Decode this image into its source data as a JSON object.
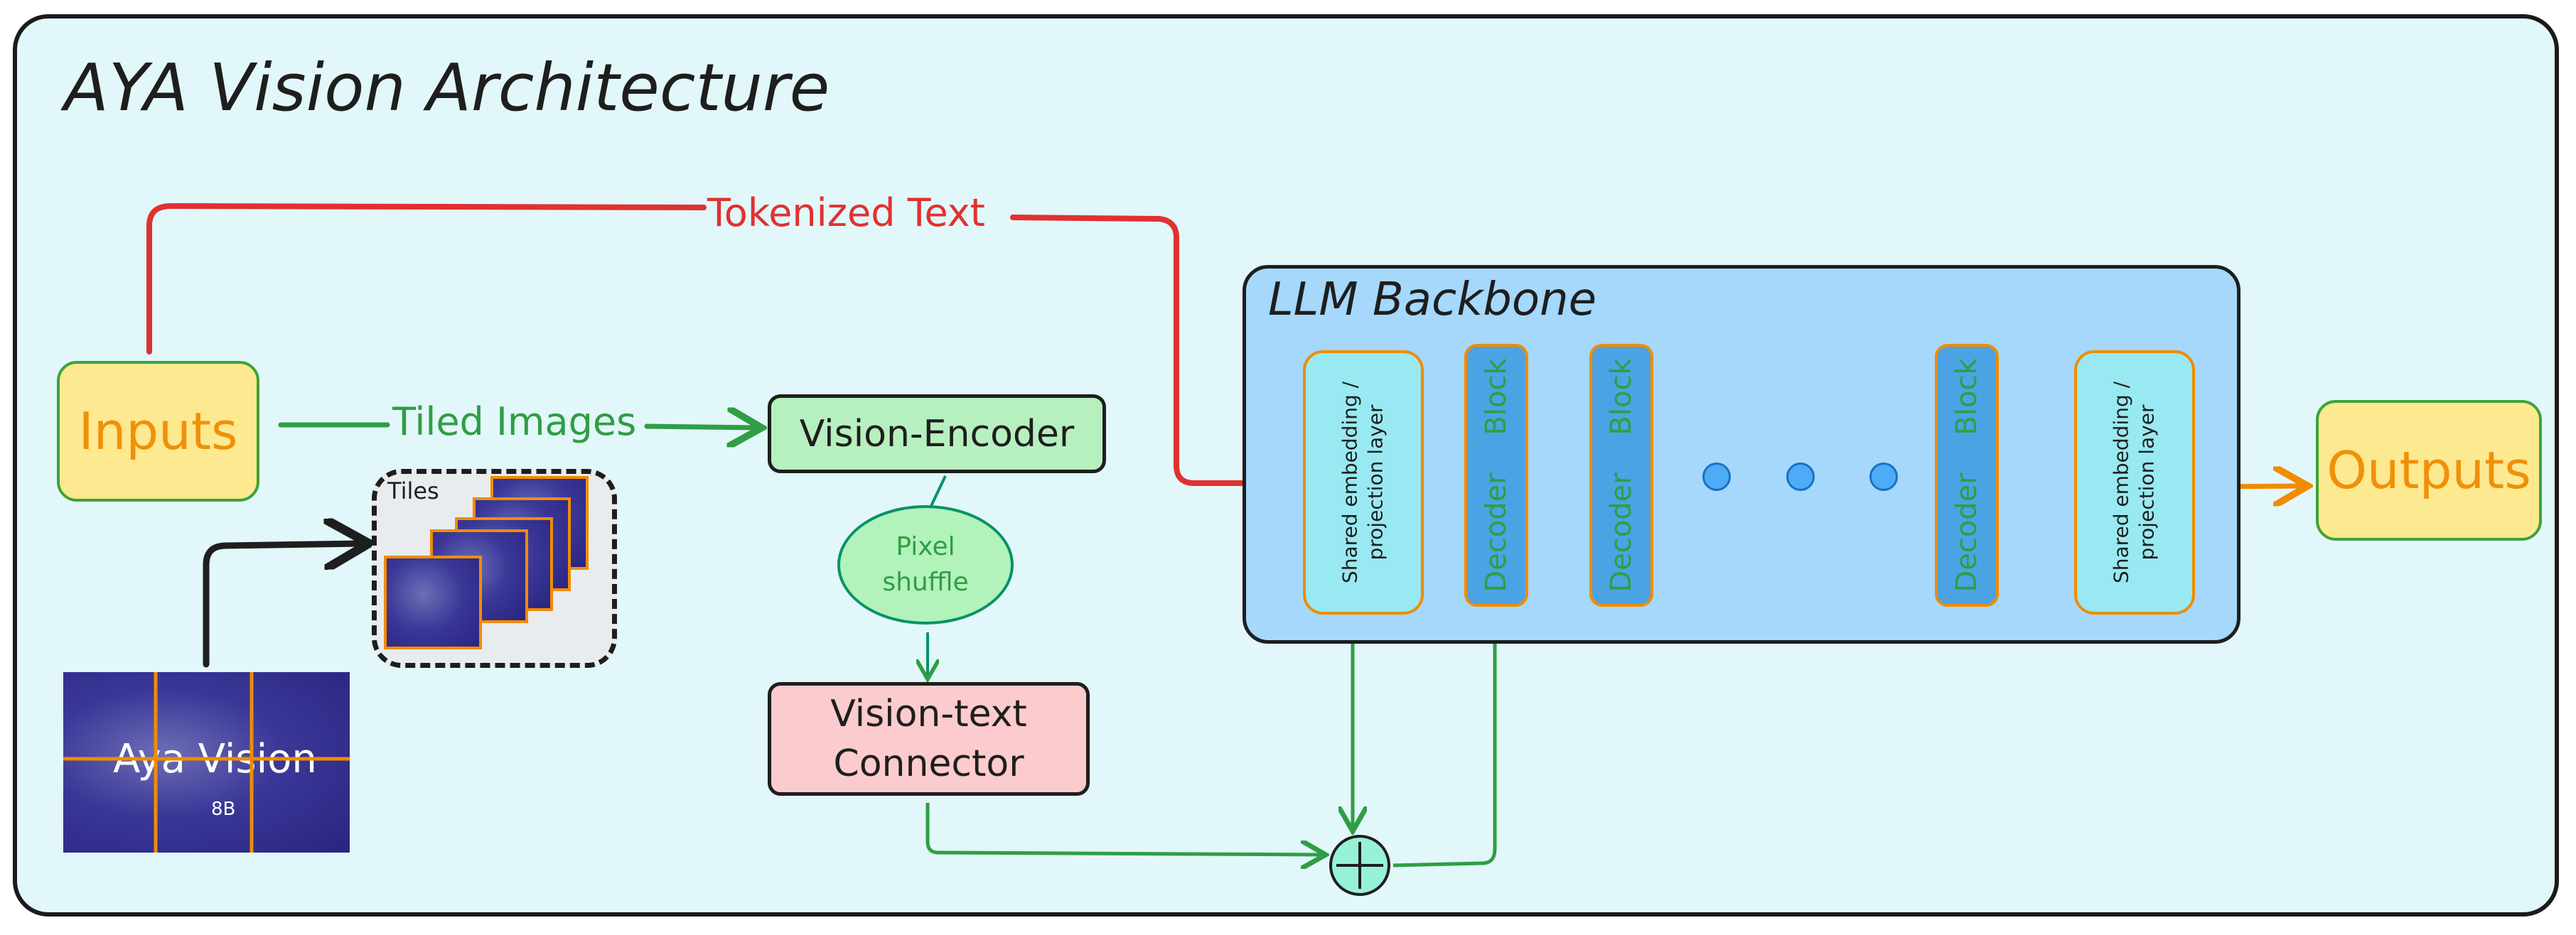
{
  "title": "AYA Vision Architecture",
  "nodes": {
    "inputs": "Inputs",
    "outputs": "Outputs",
    "vision_encoder": "Vision-Encoder",
    "pixel_shuffle": [
      "Pixel",
      "shuffle"
    ],
    "vision_text_connector": [
      "Vision-text",
      "Connector"
    ],
    "tiles_label": "Tiles",
    "llm_backbone": "LLM Backbone",
    "projection_layer": [
      "Shared embedding /",
      "projection layer"
    ],
    "decoder_block": "Decoder Block",
    "ellipsis_dots": 3
  },
  "edges": {
    "tokenized_text": "Tokenized Text",
    "tiled_images": "Tiled Images"
  },
  "image": {
    "brand": "Aya Vision",
    "size": "8B"
  },
  "colors": {
    "background": "#e2f7fa",
    "text_edge": "#e03131",
    "image_edge": "#2f9e44",
    "output_edge": "#f08c00",
    "input_edge": "#1e1e1e"
  }
}
